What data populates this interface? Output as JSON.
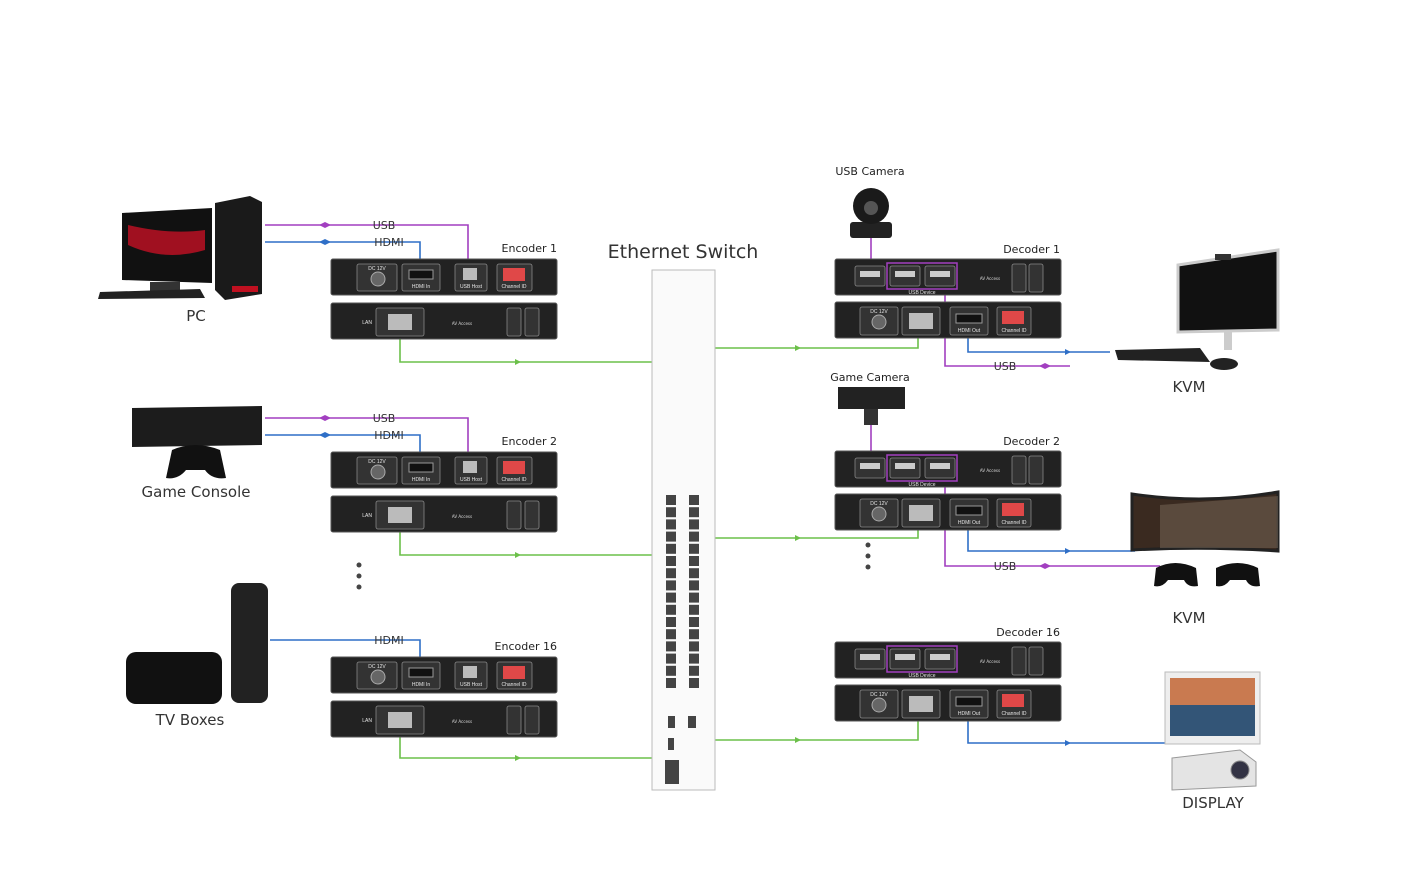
{
  "colors": {
    "usb": "#a23fc0",
    "hdmi": "#2f6fc7",
    "lan": "#6cc04a",
    "device": "#222222",
    "dip": "#e04848"
  },
  "switch": {
    "title": "Ethernet Switch"
  },
  "wire_labels": {
    "usb": "USB",
    "hdmi": "HDMI"
  },
  "sources": [
    {
      "label": "PC",
      "icon": "desktop-pc-icon"
    },
    {
      "label": "Game Console",
      "icon": "game-console-icon"
    },
    {
      "label": "TV Boxes",
      "icon": "tv-box-icon"
    }
  ],
  "encoders": [
    {
      "label": "Encoder 1"
    },
    {
      "label": "Encoder 2"
    },
    {
      "label": "Encoder 16"
    }
  ],
  "decoders": [
    {
      "label": "Decoder 1"
    },
    {
      "label": "Decoder 2"
    },
    {
      "label": "Decoder 16"
    }
  ],
  "cameras": [
    {
      "label": "USB Camera",
      "icon": "usb-camera-icon"
    },
    {
      "label": "Game Camera",
      "icon": "game-camera-icon"
    }
  ],
  "sinks": [
    {
      "label": "KVM",
      "icon": "monitor-keyboard-icon"
    },
    {
      "label": "KVM",
      "icon": "curved-monitor-gamepad-icon"
    },
    {
      "label": "DISPLAY",
      "icon": "projector-screen-icon"
    }
  ],
  "port_labels": {
    "dc": "DC 12V",
    "hdmi_in": "HDMI In",
    "hdmi_out": "HDMI Out",
    "usb_host": "USB Host",
    "usb_device": "USB Device",
    "channel": "Channel ID",
    "lan": "LAN",
    "brand": "AV Access"
  }
}
